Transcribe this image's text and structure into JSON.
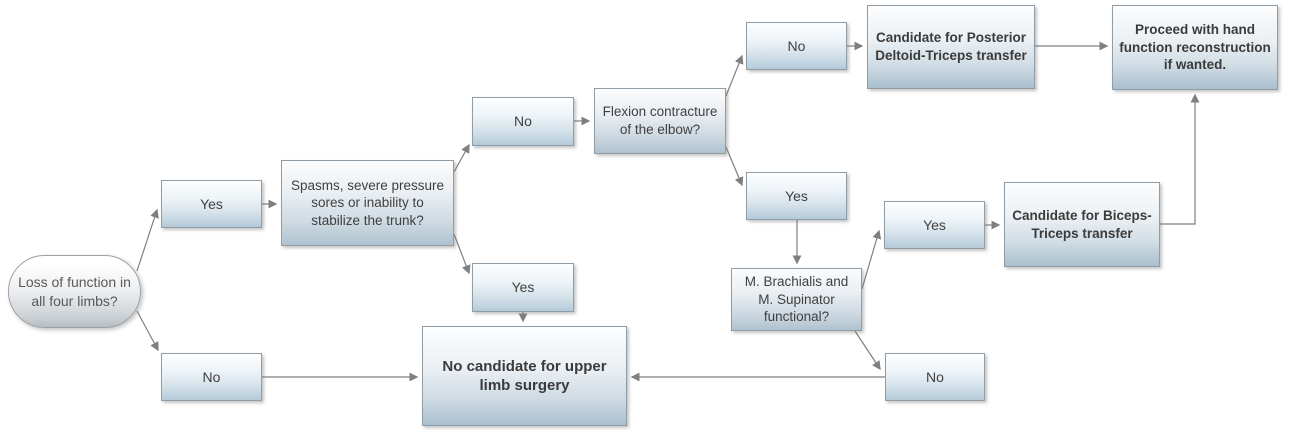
{
  "diagram": {
    "nodes": {
      "start": {
        "label": "Loss of function in all four limbs?"
      },
      "yes_trunk": {
        "label": "Yes"
      },
      "no_limbs": {
        "label": "No"
      },
      "q_trunk": {
        "label": "Spasms, severe pressure sores or inability to stabilize the trunk?"
      },
      "no_trunk": {
        "label": "No"
      },
      "yes_trunk_problem": {
        "label": "Yes"
      },
      "q_elbow": {
        "label": "Flexion contracture of the elbow?"
      },
      "no_contracture": {
        "label": "No"
      },
      "yes_contracture": {
        "label": "Yes"
      },
      "outcome_posterior": {
        "label": "Candidate for Posterior Deltoid-Triceps transfer"
      },
      "outcome_proceed": {
        "label": "Proceed with hand function reconstruction if wanted."
      },
      "q_brachialis": {
        "label": "M. Brachialis and M. Supinator functional?"
      },
      "yes_brachialis": {
        "label": "Yes"
      },
      "outcome_biceps": {
        "label": "Candidate for Biceps-Triceps transfer"
      },
      "no_brachialis": {
        "label": "No"
      },
      "outcome_no_surgery": {
        "label": "No candidate for upper limb surgery"
      }
    },
    "colors": {
      "box_gradient_top": "#fcfdfe",
      "box_gradient_bottom": "#a9bfcf",
      "box_border": "#919da6",
      "oval_gradient_bottom": "#b8bec3",
      "text": "#404040",
      "connector": "#7f7f7f",
      "background": "#ffffff"
    }
  }
}
